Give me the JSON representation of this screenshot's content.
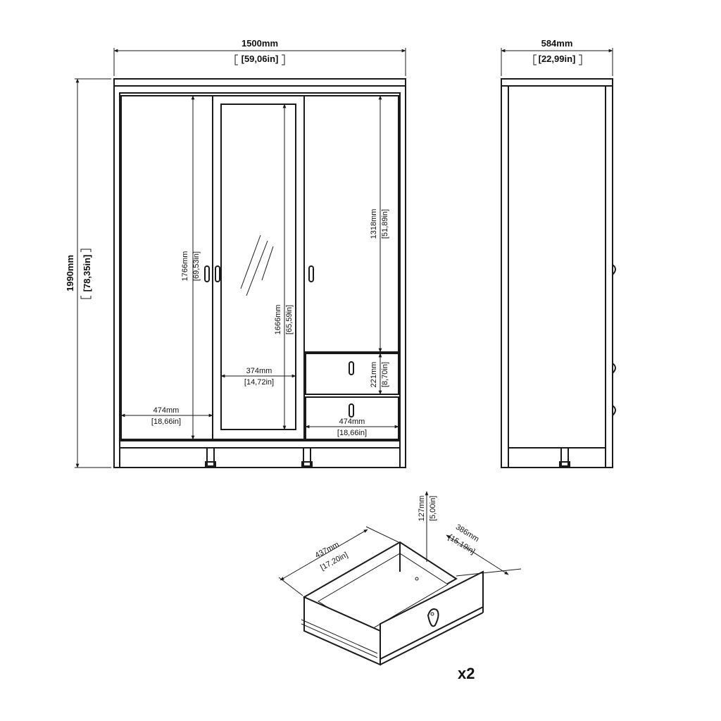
{
  "overall": {
    "width_mm": "1500mm",
    "width_in": "59,06in",
    "height_mm": "1990mm",
    "height_in": "78,35in",
    "depth_mm": "584mm",
    "depth_in": "22,99in"
  },
  "front": {
    "left_door_height_mm": "1766mm",
    "left_door_height_in": "69,53in",
    "left_door_width_mm": "474mm",
    "left_door_width_in": "18,66in",
    "mirror_height_mm": "1666mm",
    "mirror_height_in": "65,59in",
    "mirror_width_mm": "374mm",
    "mirror_width_in": "14,72in",
    "right_door_height_mm": "1318mm",
    "right_door_height_in": "51,89in",
    "drawer_height_mm": "221mm",
    "drawer_height_in": "8,70in",
    "right_width_mm": "474mm",
    "right_width_in": "18,66in"
  },
  "drawer": {
    "depth_mm": "437mm",
    "depth_in": "17,20in",
    "height_mm": "127mm",
    "height_in": "5,00in",
    "width_mm": "386mm",
    "width_in": "15,19in",
    "quantity": "x2"
  }
}
